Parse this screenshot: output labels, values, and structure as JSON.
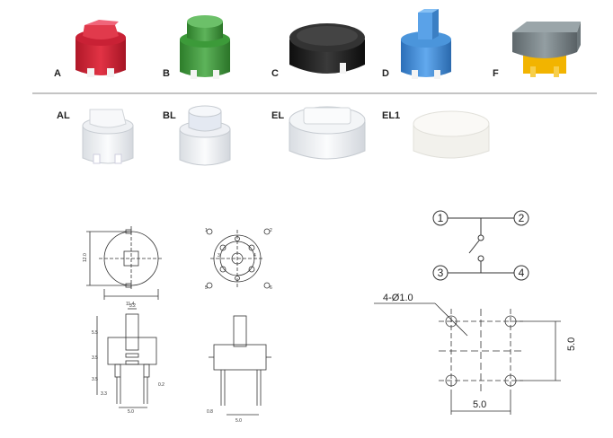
{
  "caps": {
    "row1": [
      {
        "label": "A",
        "color": "#d8283c"
      },
      {
        "label": "B",
        "color": "#3f9e3c"
      },
      {
        "label": "C",
        "color": "#252525"
      },
      {
        "label": "D",
        "color": "#3d8fdb"
      },
      {
        "label": "F",
        "color": "#7f8a8e"
      }
    ],
    "row2": [
      {
        "label": "AL"
      },
      {
        "label": "BL"
      },
      {
        "label": "EL"
      },
      {
        "label": "EL1"
      }
    ],
    "f_base_color": "#f2b400"
  },
  "drawing": {
    "top_view": {
      "height_dim": "12.0",
      "width_dim": "11.4"
    },
    "side_view": {
      "stem_dim": "3.2",
      "h1": "5.5",
      "h2": "3.5",
      "h3": "3.5",
      "h4": "3.3",
      "pin": "0.2",
      "base": "5.0"
    },
    "side_view2": {
      "pin": "0.8",
      "base": "5.0"
    },
    "bottom_view": {
      "pins": [
        "1",
        "2",
        "3",
        "4",
        "5",
        "6"
      ]
    }
  },
  "schematic": {
    "terminals": [
      "1",
      "2",
      "3",
      "4"
    ],
    "hole_label": "4-Ø1.0",
    "dim_h": "5.0",
    "dim_v": "5.0"
  }
}
